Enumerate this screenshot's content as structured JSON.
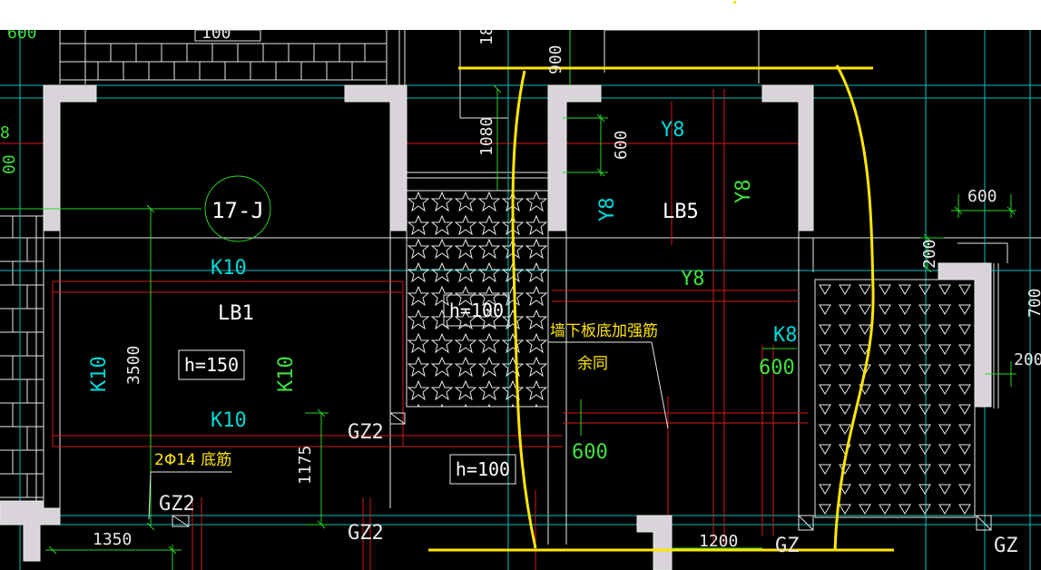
{
  "colors": {
    "background": "#000000",
    "wall": "#d9d4d9",
    "beam_line": "#d41a1a",
    "dim_line": "#28d628",
    "axis_line": "#00c2c2",
    "grid_white": "#e8e8e8",
    "markup_yellow": "#ffe600",
    "label_green": "#41e041",
    "label_cyan": "#00d8d8",
    "label_white": "#ffffff"
  },
  "labels": {
    "callout": "17-J",
    "slab_lb1": "LB1",
    "slab_lb5": "LB5",
    "h150": "h=150",
    "h100_top": "h=100",
    "h100_bottom": "h=100",
    "k10_top": "K10",
    "k10_left": "K10",
    "k10_right": "K10",
    "k10_bottom": "K10",
    "k8": "K8",
    "y8_a": "Y8",
    "y8_b": "Y8",
    "y8_c": "Y8",
    "y8_d": "Y8",
    "gz2_a": "GZ2",
    "gz2_b": "GZ2",
    "gz2_c": "GZ2",
    "gz_a": "GZ",
    "gz_b": "GZ",
    "rebar_note": "2Φ14 底筋",
    "note_line1": "墙下板底加强筋",
    "note_line2": "余同"
  },
  "dimensions": {
    "d3500": "3500",
    "d1175": "1175",
    "d1350": "1350",
    "d1080": "1080",
    "d600_vert": "600",
    "d600_top_right": "600",
    "d600_mid": "600",
    "d600_low": "600",
    "d200_a": "200",
    "d200_b": "200",
    "d1200": "1200",
    "d900": "900",
    "d700": "700",
    "d600_topleft": "600",
    "d100_top": "100",
    "d18": "18",
    "d8": "8",
    "d00": "00"
  }
}
